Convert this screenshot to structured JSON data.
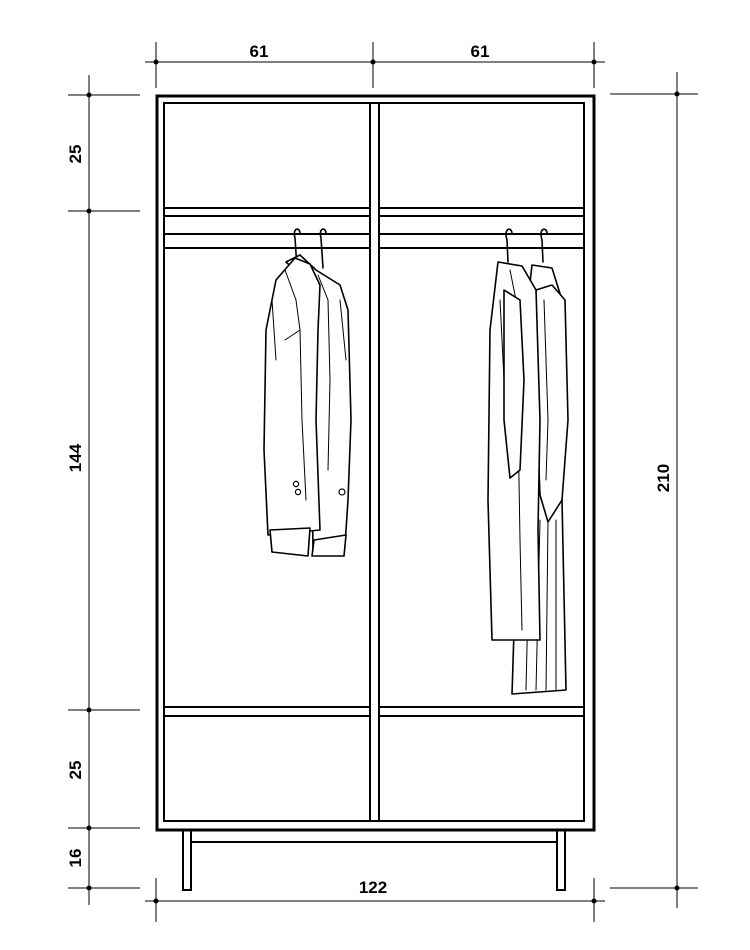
{
  "dimensions": {
    "top_left_width": "61",
    "top_right_width": "61",
    "total_width": "122",
    "top_shelf_height": "25",
    "hanging_height": "144",
    "bottom_drawer_height": "25",
    "leg_height": "16",
    "total_height": "210"
  }
}
